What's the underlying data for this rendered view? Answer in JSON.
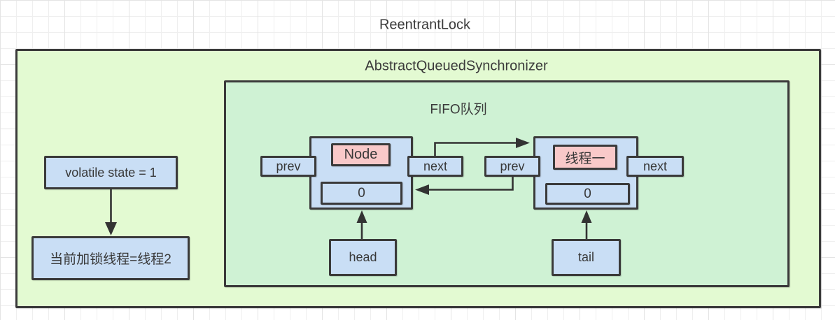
{
  "title": "ReentrantLock",
  "aqs": {
    "label": "AbstractQueuedSynchronizer",
    "state_box": {
      "text": "volatile state = 1"
    },
    "owner_box": {
      "text": "当前加锁线程=线程2"
    },
    "fifo": {
      "label": "FIFO队列",
      "head_label": "head",
      "tail_label": "tail",
      "nodes": [
        {
          "title": "Node",
          "wait_status": "0",
          "prev_label": "prev",
          "next_label": "next"
        },
        {
          "title": "线程一",
          "wait_status": "0",
          "prev_label": "prev",
          "next_label": "next"
        }
      ]
    }
  },
  "colors": {
    "outer_fill": "#e3fad2",
    "inner_fill": "#cff2d4",
    "box_blue": "#c9def5",
    "box_pink": "#f9c9c9",
    "border": "#3a3a3a",
    "arrow": "#333333",
    "grid_line": "#efefef"
  }
}
